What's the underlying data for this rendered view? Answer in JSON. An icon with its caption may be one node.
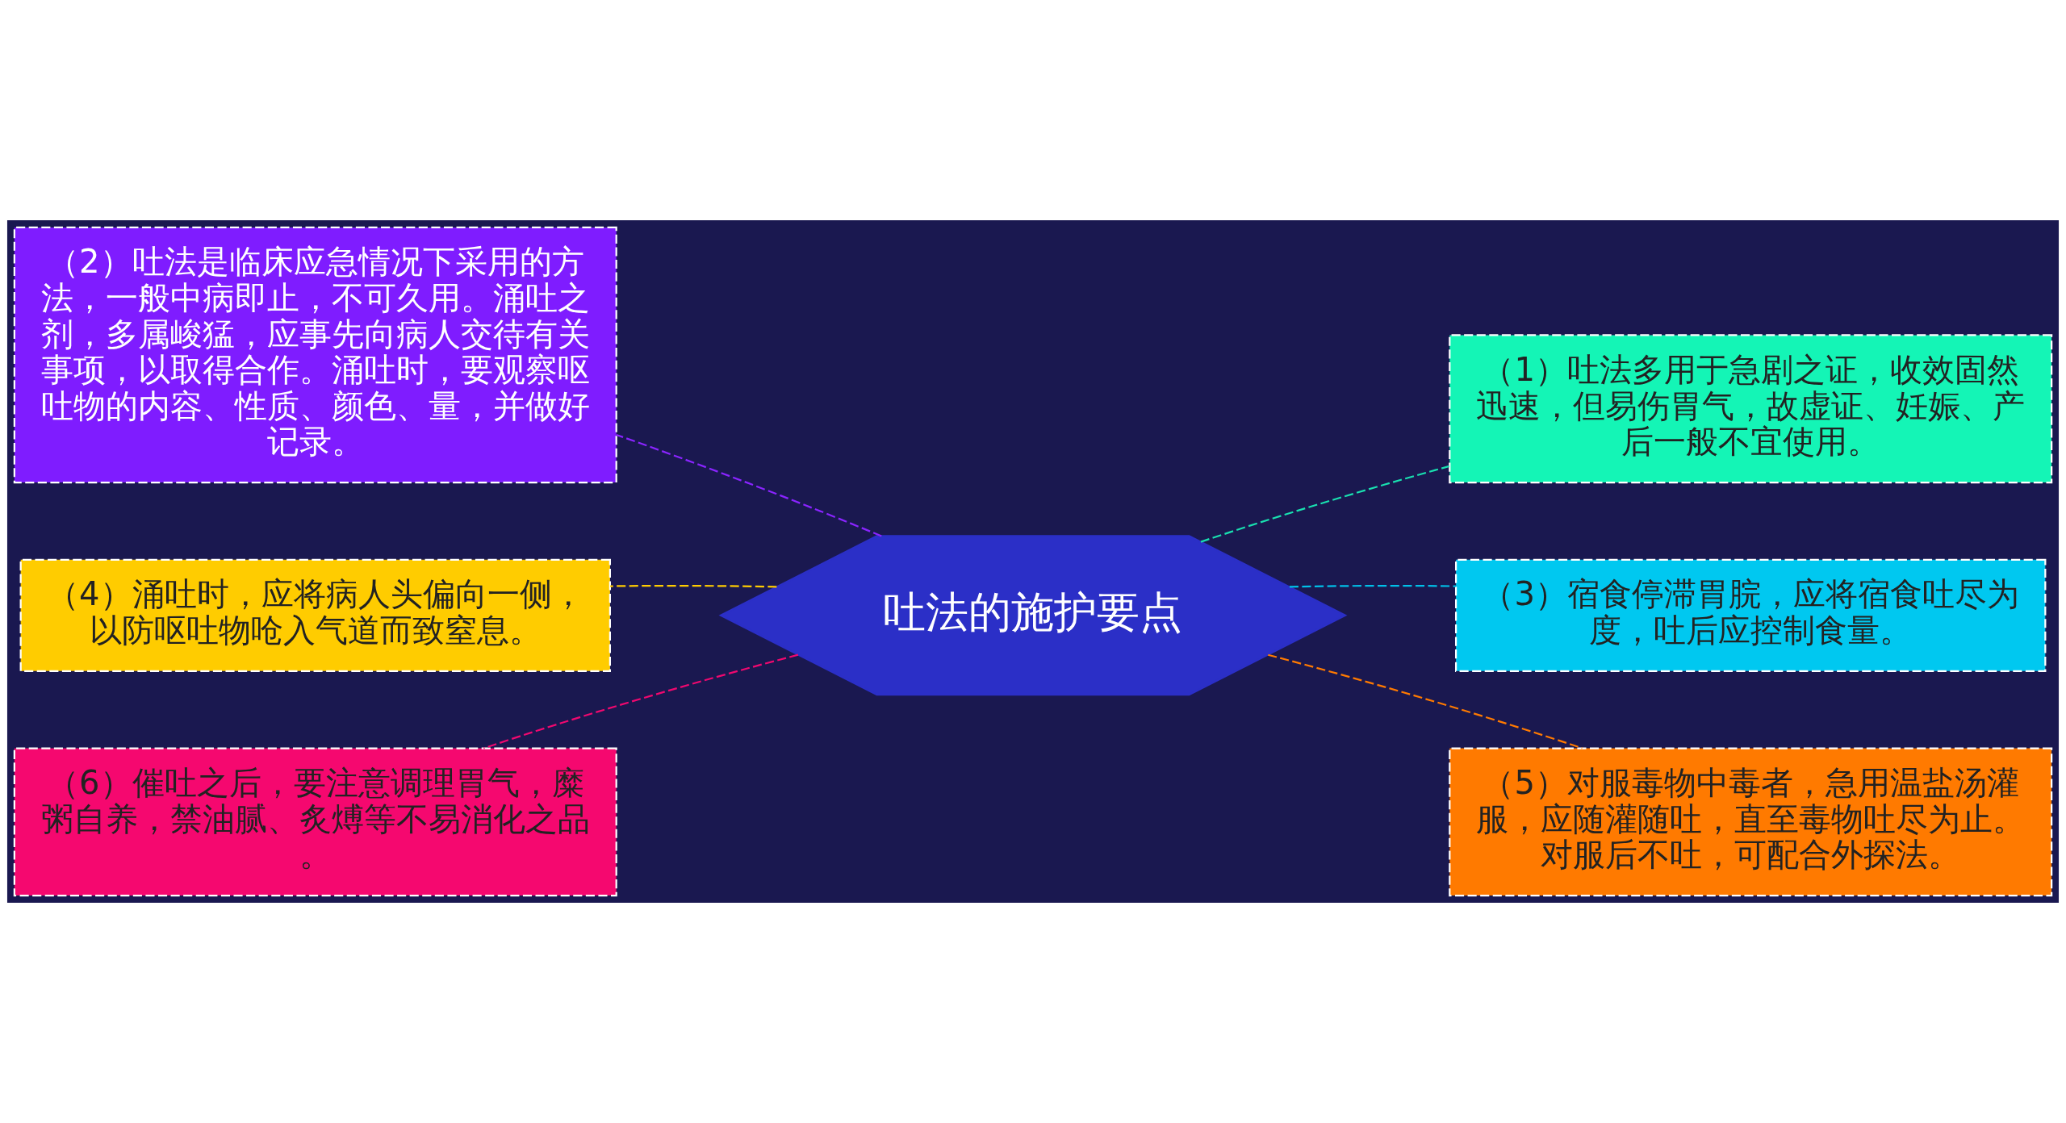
{
  "diagram": {
    "nodes": [
      {
        "text": [
          "（2）吐法是临床应急情况下采用的方法，一般中病即止，不可久用。涌吐之剂，多属峻猛，应事先向病人交待有关事项，以取得合作。涌吐时，要观察呕吐物的内容、性质、颜色、量，并做好记录。"
        ]
      },
      {
        "text": [
          "（1）吐法多用于急剧之证，收效固然迅速，但易伤胃气，故虚证、妊娠、产后一般不宜使用。"
        ]
      },
      {
        "text": [
          "（4）涌吐时，应将病人头偏向一侧，以防呕吐物呛入气道而致窒息。"
        ]
      },
      {
        "text": [
          "吐法的施护要点"
        ]
      },
      {
        "text": [
          "（3）宿食停滞胃脘，应将宿食吐尽为度，吐后应控制食量。"
        ]
      },
      {
        "text": [
          "（6）催吐之后，要注意调理胃气，糜粥自养，禁油腻、炙煿等不易消化之品。"
        ]
      },
      {
        "text": [
          "（5）对服毒物中毒者，急用温盐汤灌服，应随灌随吐，直至毒物吐尽为止。对服后不吐，可配合外探法。"
        ]
      }
    ],
    "edges": [
      {
        "from": 3,
        "to": 1,
        "arrow": "none",
        "style": "dashed",
        "color": "#19e0b0"
      },
      {
        "from": 3,
        "to": 4,
        "arrow": "none",
        "style": "dashed",
        "color": "#00c0e8"
      },
      {
        "from": 3,
        "to": 6,
        "arrow": "none",
        "style": "dashed",
        "color": "#ff7a00"
      },
      {
        "from": 3,
        "to": 0,
        "arrow": "none",
        "style": "dashed",
        "color": "#8a24ff"
      },
      {
        "from": 3,
        "to": 2,
        "arrow": "none",
        "style": "dashed",
        "color": "#ffcc00"
      },
      {
        "from": 3,
        "to": 5,
        "arrow": "none",
        "style": "dashed",
        "color": "#f0086f"
      }
    ]
  }
}
